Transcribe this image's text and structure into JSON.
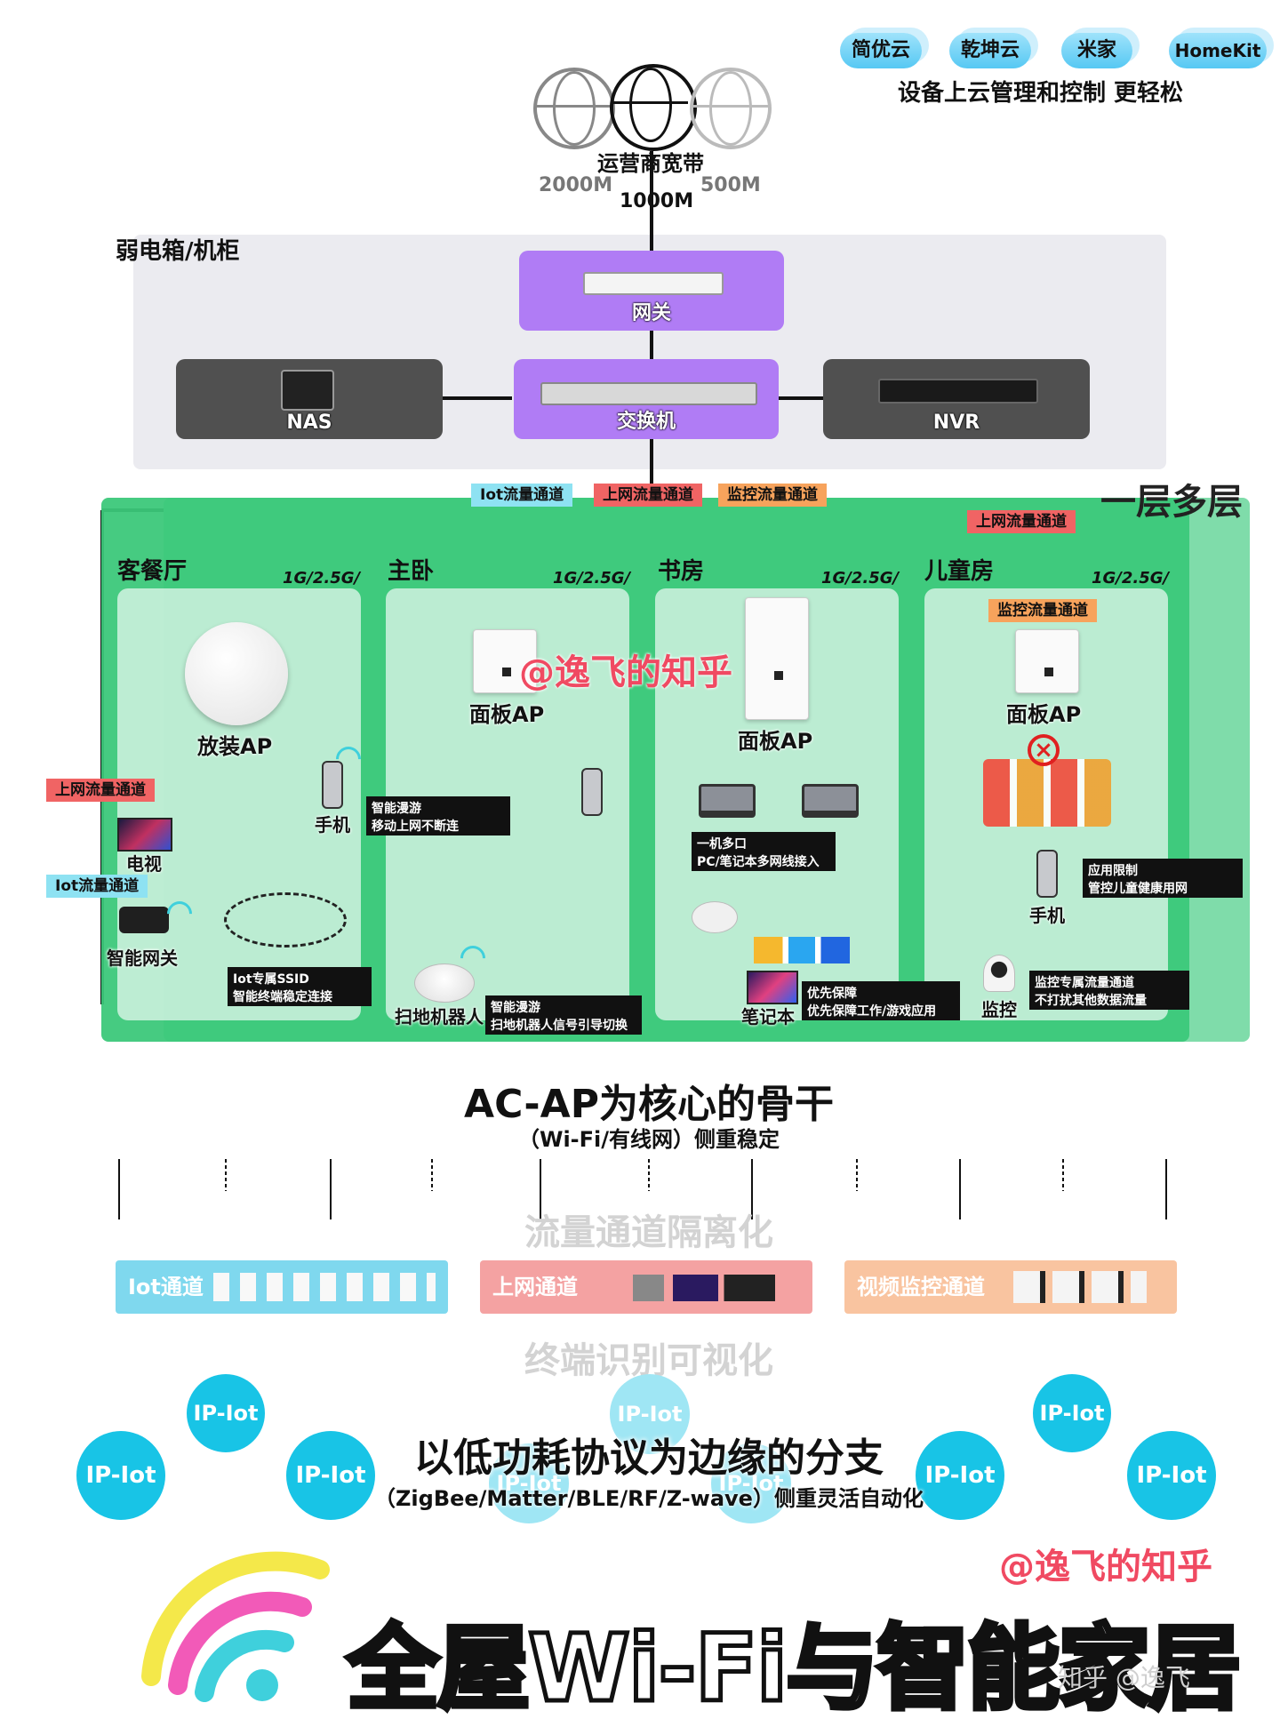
{
  "clouds": [
    "简优云",
    "乾坤云",
    "米家",
    "HomeKit"
  ],
  "cloud_caption": "设备上云管理和控制  更轻松",
  "broadband": {
    "title": "运营商宽带",
    "speed_left": "2000M",
    "speed_mid": "1000M",
    "speed_right": "500M"
  },
  "cabinet": {
    "title": "弱电箱/机柜",
    "gateway": "网关",
    "switch": "交换机",
    "nas": "NAS",
    "nvr": "NVR"
  },
  "top_tags": {
    "iot": "Iot流量通道",
    "internet": "上网流量通道",
    "monitor": "监控流量通道"
  },
  "multi_floor": "一层多层",
  "rooms": {
    "living": {
      "title": "客餐厅",
      "speed": "1G/2.5G/",
      "ap": "放装AP",
      "phone": "手机",
      "tv": "电视",
      "gateway": "智能网关",
      "tag_internet": "上网流量通道",
      "tag_iot": "Iot流量通道",
      "note_roam": [
        "智能漫游",
        "移动上网不断连"
      ],
      "note_ssid": [
        "Iot专属SSID",
        "智能终端稳定连接"
      ],
      "robot": "扫地机器人",
      "note_robot": [
        "智能漫游",
        "扫地机器人信号引导切换"
      ]
    },
    "master": {
      "title": "主卧",
      "speed": "1G/2.5G/",
      "ap": "面板AP",
      "watermark": "@逸飞的知乎"
    },
    "study": {
      "title": "书房",
      "speed": "1G/2.5G/",
      "ap": "面板AP",
      "note_multi": [
        "一机多口",
        "PC/笔记本多网线接入"
      ],
      "laptop": "笔记本",
      "note_priority": [
        "优先保障",
        "优先保障工作/游戏应用"
      ]
    },
    "kids": {
      "title": "儿童房",
      "speed": "1G/2.5G/",
      "tag_internet": "上网流量通道",
      "tag_monitor": "监控流量通道",
      "ap": "面板AP",
      "phone": "手机",
      "note_limit": [
        "应用限制",
        "管控儿童健康用网"
      ],
      "camera": "监控",
      "note_monitor": [
        "监控专属流量通道",
        "不打扰其他数据流量"
      ]
    }
  },
  "backbone": {
    "title": "AC-AP为核心的骨干",
    "subtitle": "（Wi-Fi/有线网）侧重稳定"
  },
  "ghost_top": "流量通道隔离化",
  "ghost_bottom": "终端识别可视化",
  "channels": {
    "iot": "Iot通道",
    "internet": "上网通道",
    "video": "视频监控通道"
  },
  "iplot_label": "IP-Iot",
  "edge": {
    "title": "以低功耗协议为边缘的分支",
    "subtitle": "（ZigBee/Matter/BLE/RF/Z-wave）侧重灵活自动化"
  },
  "watermark": "@逸飞的知乎",
  "headline": "全屋Wi-Fi与智能家居",
  "zhihu_mark": "知乎 @逸飞",
  "colors": {
    "purple": "#b07cf5",
    "dark_box": "#505050",
    "green": "#3cc87a",
    "cyan": "#18c4e6",
    "iot_channel": "#7fd8ee",
    "internet_channel": "#f4a2a2",
    "video_channel": "#f9c4a0"
  }
}
